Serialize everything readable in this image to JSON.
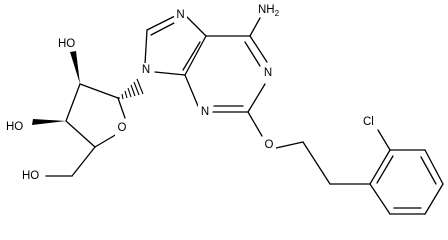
{
  "atoms": {
    "n7": "N",
    "n9": "N",
    "n1": "N",
    "n3": "N",
    "nh2": "NH",
    "nh2_sub": "2",
    "o_ether": "O",
    "cl": "Cl",
    "oh2": "HO",
    "oh3": "HO",
    "o_ring": "O",
    "oh5": "HO"
  }
}
